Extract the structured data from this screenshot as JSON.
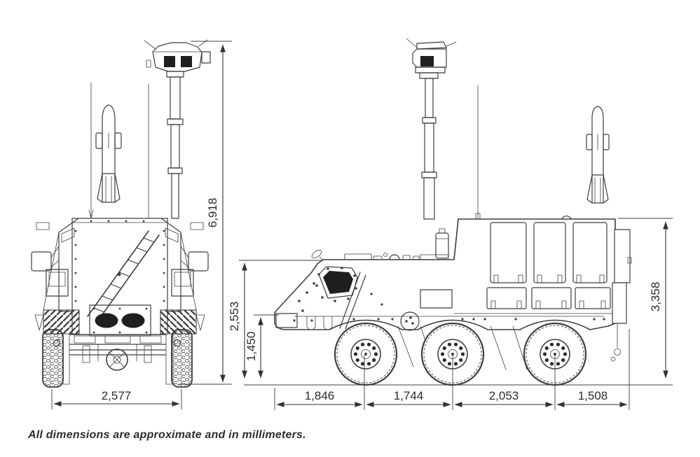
{
  "footer": {
    "note": "All dimensions are approximate and in millimeters."
  },
  "colors": {
    "line": "#3e3e3e",
    "dark_fill": "#1f1f1f",
    "dimension_text": "#2b2b2b",
    "background": "#ffffff"
  },
  "dimensions": {
    "overall_height_mast": {
      "value": "6,918"
    },
    "overall_width_rear": {
      "value": "2,577"
    },
    "cab_roof_height": {
      "value": "2,553"
    },
    "hull_lower_height": {
      "value": "1,450"
    },
    "body_roof_height": {
      "value": "3,358"
    },
    "front_overhang_to_axle1": {
      "value": "1,846"
    },
    "axle1_to_axle2": {
      "value": "1,744"
    },
    "axle2_to_axle3": {
      "value": "2,053"
    },
    "axle3_to_rear": {
      "value": "1,508"
    }
  }
}
